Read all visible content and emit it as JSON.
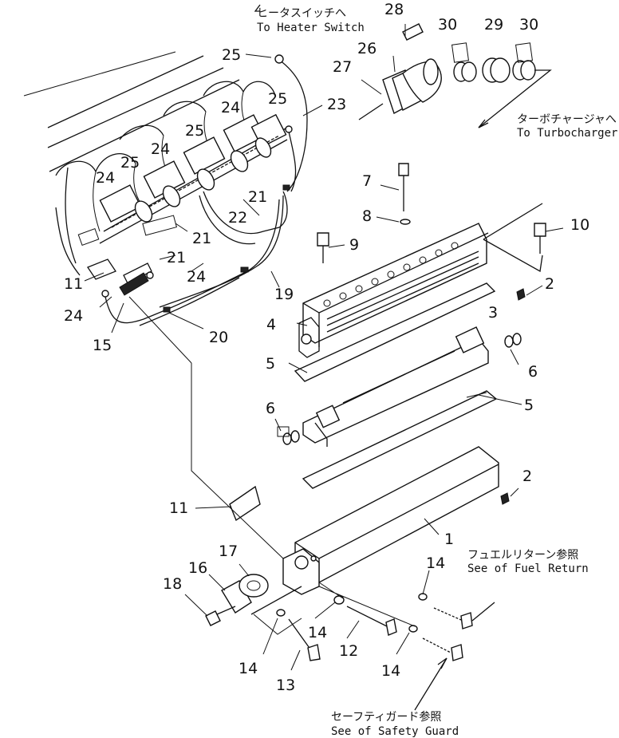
{
  "callouts": [
    {
      "id": "c28",
      "text": "28"
    },
    {
      "id": "c30a",
      "text": "30"
    },
    {
      "id": "c29",
      "text": "29"
    },
    {
      "id": "c30b",
      "text": "30"
    },
    {
      "id": "c25a",
      "text": "25"
    },
    {
      "id": "c26",
      "text": "26"
    },
    {
      "id": "c27",
      "text": "27"
    },
    {
      "id": "c23",
      "text": "23"
    },
    {
      "id": "c24a",
      "text": "24"
    },
    {
      "id": "c25b",
      "text": "25"
    },
    {
      "id": "c25c",
      "text": "25"
    },
    {
      "id": "c24b",
      "text": "24"
    },
    {
      "id": "c25d",
      "text": "25"
    },
    {
      "id": "c24c",
      "text": "24"
    },
    {
      "id": "c21a",
      "text": "21"
    },
    {
      "id": "c22",
      "text": "22"
    },
    {
      "id": "c21b",
      "text": "21"
    },
    {
      "id": "c21c",
      "text": "21"
    },
    {
      "id": "c7",
      "text": "7"
    },
    {
      "id": "c8",
      "text": "8"
    },
    {
      "id": "c10",
      "text": "10"
    },
    {
      "id": "c9",
      "text": "9"
    },
    {
      "id": "c11a",
      "text": "11"
    },
    {
      "id": "c24d",
      "text": "24"
    },
    {
      "id": "c24e",
      "text": "24"
    },
    {
      "id": "c19",
      "text": "19"
    },
    {
      "id": "c2a",
      "text": "2"
    },
    {
      "id": "c15",
      "text": "15"
    },
    {
      "id": "c20",
      "text": "20"
    },
    {
      "id": "c4",
      "text": "4"
    },
    {
      "id": "c3",
      "text": "3"
    },
    {
      "id": "c5a",
      "text": "5"
    },
    {
      "id": "c6a",
      "text": "6"
    },
    {
      "id": "c6b",
      "text": "6"
    },
    {
      "id": "c5b",
      "text": "5"
    },
    {
      "id": "c2b",
      "text": "2"
    },
    {
      "id": "c11b",
      "text": "11"
    },
    {
      "id": "c1",
      "text": "1"
    },
    {
      "id": "c17",
      "text": "17"
    },
    {
      "id": "c16",
      "text": "16"
    },
    {
      "id": "c18",
      "text": "18"
    },
    {
      "id": "c14a",
      "text": "14"
    },
    {
      "id": "c14b",
      "text": "14"
    },
    {
      "id": "c12",
      "text": "12"
    },
    {
      "id": "c14c",
      "text": "14"
    },
    {
      "id": "c14d",
      "text": "14"
    },
    {
      "id": "c13",
      "text": "13"
    }
  ],
  "notes": {
    "heater_jp": "ヒータスイッチへ",
    "heater_en": "To Heater Switch",
    "turbo_jp": "ターボチャージャへ",
    "turbo_en": "To Turbocharger",
    "fuel_jp": "フュエルリターン参照",
    "fuel_en": "See of Fuel Return",
    "guard_jp": "セーフティガード参照",
    "guard_en": "See of Safety Guard"
  }
}
